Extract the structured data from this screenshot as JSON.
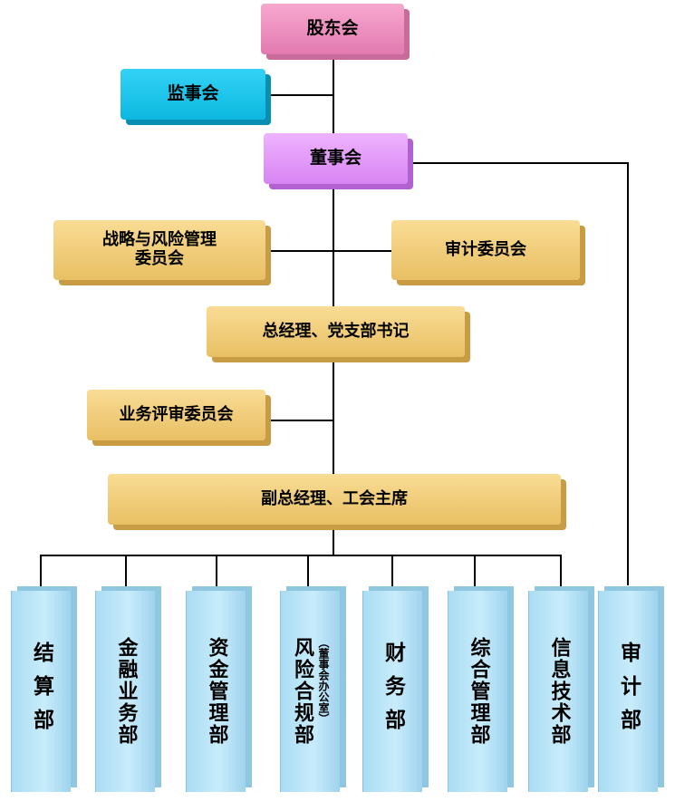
{
  "nodes": {
    "shareholders": "股东会",
    "supervisors": "监事会",
    "board": "董事会",
    "strategy_committee": "战略与风险管理\n委员会",
    "audit_committee": "审计委员会",
    "general_manager": "总经理、党支部书记",
    "business_review": "业务评审委员会",
    "deputy_gm": "副总经理、工会主席"
  },
  "departments": [
    {
      "label": "结算部",
      "note": ""
    },
    {
      "label": "金融业务部",
      "note": ""
    },
    {
      "label": "资金管理部",
      "note": ""
    },
    {
      "label": "风险合规部",
      "note": "（董事会办公室）"
    },
    {
      "label": "财务部",
      "note": ""
    },
    {
      "label": "综合管理部",
      "note": ""
    },
    {
      "label": "信息技术部",
      "note": ""
    },
    {
      "label": "审计部",
      "note": ""
    }
  ],
  "colors": {
    "shareholders": "#e991c0",
    "supervisors": "#12c2e9",
    "board": "#e09af8",
    "committee": "#f3cf7e",
    "department": "#b6e3f7"
  }
}
